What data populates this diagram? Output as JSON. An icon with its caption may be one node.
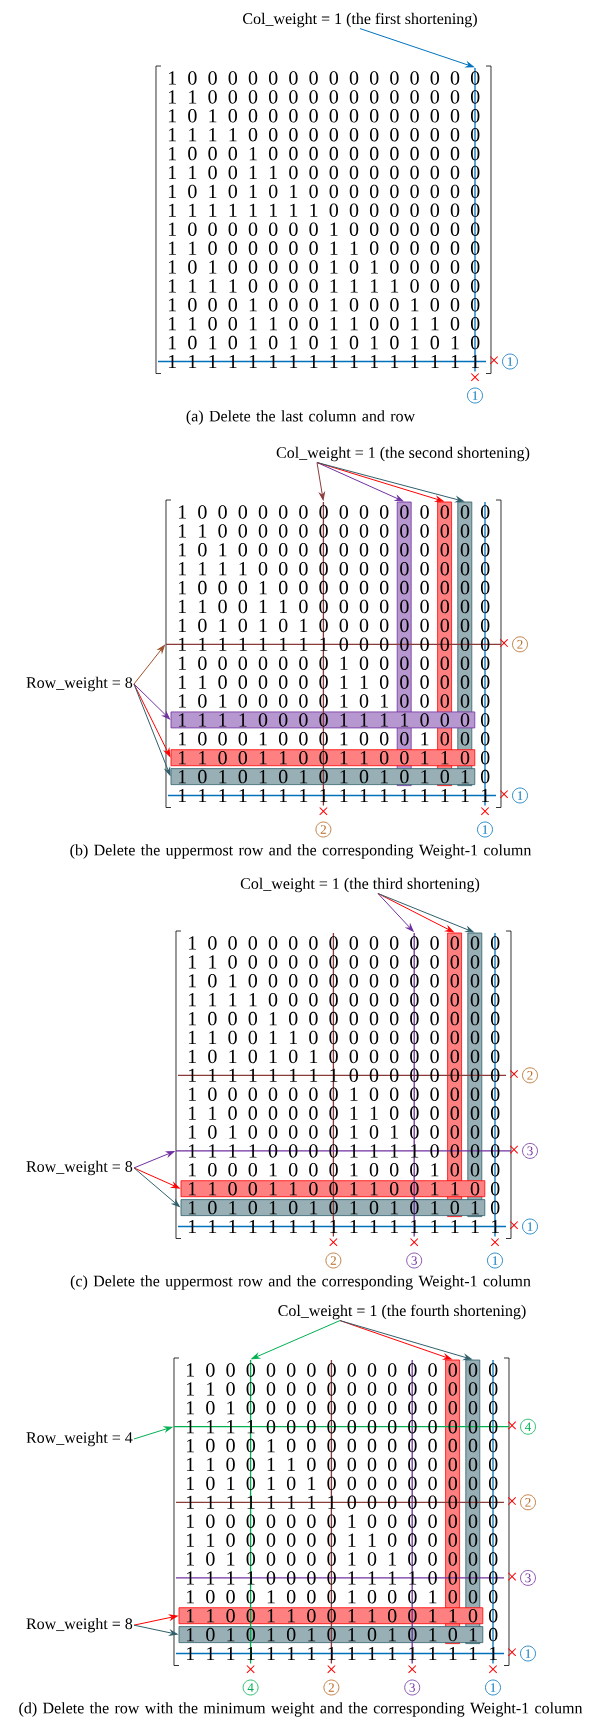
{
  "diagram": {
    "nodes": [
      {
        "text": [
          "Col_weight = 1 (the first shortening)"
        ]
      },
      {
        "text": [],
        "shape": "line"
      },
      {
        "text": [
          "1"
        ]
      },
      {
        "text": [
          "1"
        ]
      },
      {
        "text": [
          "Col_weight = 1 (the second shortening)"
        ]
      },
      {
        "text": [
          "Row_weight = 8"
        ]
      },
      {
        "text": [],
        "shape": "line"
      },
      {
        "text": [],
        "shape": "bar"
      },
      {
        "text": [],
        "shape": "bar"
      },
      {
        "text": [],
        "shape": "bar"
      },
      {
        "text": [],
        "shape": "line"
      },
      {
        "text": [],
        "shape": "bar"
      },
      {
        "text": [],
        "shape": "bar"
      },
      {
        "text": [],
        "shape": "bar"
      },
      {
        "text": [
          "2"
        ]
      },
      {
        "text": [
          "1"
        ]
      },
      {
        "text": [
          "2"
        ]
      },
      {
        "text": [
          "1"
        ]
      },
      {
        "text": [
          "Col_weight = 1 (the third shortening)"
        ]
      },
      {
        "text": [
          "Row_weight = 8"
        ]
      },
      {
        "text": [],
        "shape": "line"
      },
      {
        "text": [],
        "shape": "bar"
      },
      {
        "text": [],
        "shape": "bar"
      },
      {
        "text": [],
        "shape": "line"
      },
      {
        "text": [],
        "shape": "bar"
      },
      {
        "text": [],
        "shape": "bar"
      },
      {
        "text": [
          "2"
        ]
      },
      {
        "text": [
          "3"
        ]
      },
      {
        "text": [
          "1"
        ]
      },
      {
        "text": [
          "2"
        ]
      },
      {
        "text": [
          "3"
        ]
      },
      {
        "text": [
          "1"
        ]
      },
      {
        "text": [
          "Col_weight = 1 (the fourth shortening)"
        ]
      },
      {
        "text": [
          "Row_weight = 4"
        ]
      },
      {
        "text": [
          "Row_weight = 8"
        ]
      },
      {
        "text": [],
        "shape": "line"
      },
      {
        "text": [],
        "shape": "bar"
      },
      {
        "text": [],
        "shape": "bar"
      },
      {
        "text": [],
        "shape": "line"
      },
      {
        "text": [],
        "shape": "bar"
      },
      {
        "text": [],
        "shape": "bar"
      },
      {
        "text": [
          "4"
        ]
      },
      {
        "text": [
          "2"
        ]
      },
      {
        "text": [
          "3"
        ]
      },
      {
        "text": [
          "1"
        ]
      },
      {
        "text": [
          "4"
        ]
      },
      {
        "text": [
          "2"
        ]
      },
      {
        "text": [
          "3"
        ]
      },
      {
        "text": [
          "1"
        ]
      }
    ],
    "edges": [
      {
        "from": 0,
        "to": 1,
        "arrow": "to",
        "color": "#0072bd"
      },
      {
        "from": 4,
        "to": 6,
        "arrow": "to",
        "color": "#8b3a3a"
      },
      {
        "from": 4,
        "to": 7,
        "arrow": "to",
        "color": "#7030a0"
      },
      {
        "from": 4,
        "to": 8,
        "arrow": "to",
        "color": "#ff0000"
      },
      {
        "from": 4,
        "to": 9,
        "arrow": "to",
        "color": "#2f5f6b"
      },
      {
        "from": 5,
        "to": 10,
        "arrow": "to",
        "color": "#a0522d"
      },
      {
        "from": 5,
        "to": 11,
        "arrow": "to",
        "color": "#7030a0"
      },
      {
        "from": 5,
        "to": 12,
        "arrow": "to",
        "color": "#ff0000"
      },
      {
        "from": 5,
        "to": 13,
        "arrow": "to",
        "color": "#2f5f6b"
      },
      {
        "from": 18,
        "to": 20,
        "arrow": "to",
        "color": "#7030a0"
      },
      {
        "from": 18,
        "to": 21,
        "arrow": "to",
        "color": "#ff0000"
      },
      {
        "from": 18,
        "to": 22,
        "arrow": "to",
        "color": "#2f5f6b"
      },
      {
        "from": 19,
        "to": 23,
        "arrow": "to",
        "color": "#7030a0"
      },
      {
        "from": 19,
        "to": 24,
        "arrow": "to",
        "color": "#ff0000"
      },
      {
        "from": 19,
        "to": 25,
        "arrow": "to",
        "color": "#2f5f6b"
      },
      {
        "from": 32,
        "to": 35,
        "arrow": "to",
        "color": "#00b050"
      },
      {
        "from": 32,
        "to": 36,
        "arrow": "to",
        "color": "#ff0000"
      },
      {
        "from": 32,
        "to": 37,
        "arrow": "to",
        "color": "#2f5f6b"
      },
      {
        "from": 33,
        "to": 38,
        "arrow": "to",
        "color": "#00b050"
      },
      {
        "from": 34,
        "to": 39,
        "arrow": "to",
        "color": "#ff0000"
      },
      {
        "from": 34,
        "to": 40,
        "arrow": "to",
        "color": "#2f5f6b"
      }
    ],
    "labels": [
      "1 0 0 0 0 0 0 0 0 0 0 0 0 0 0 0",
      "1 1 0 0 0 0 0 0 0 0 0 0 0 0 0 0",
      "1 0 1 0 0 0 0 0 0 0 0 0 0 0 0 0",
      "1 1 1 1 0 0 0 0 0 0 0 0 0 0 0 0",
      "1 0 0 0 1 0 0 0 0 0 0 0 0 0 0 0",
      "1 1 0 0 1 1 0 0 0 0 0 0 0 0 0 0",
      "1 0 1 0 1 0 1 0 0 0 0 0 0 0 0 0",
      "1 1 1 1 1 1 1 1 0 0 0 0 0 0 0 0",
      "1 0 0 0 0 0 0 0 1 0 0 0 0 0 0 0",
      "1 1 0 0 0 0 0 0 1 1 0 0 0 0 0 0",
      "1 0 1 0 0 0 0 0 1 0 1 0 0 0 0 0",
      "1 1 1 1 0 0 0 0 1 1 1 1 0 0 0 0",
      "1 0 0 0 1 0 0 0 1 0 0 0 1 0 0 0",
      "1 1 0 0 1 1 0 0 1 1 0 0 1 1 0 0",
      "1 0 1 0 1 0 1 0 1 0 1 0 1 0 1 0",
      "1 1 1 1 1 1 1 1 1 1 1 1 1 1 1 1",
      "×",
      "×",
      "(a) Delete the last column and row",
      "1 0 0 0 0 0 0 0 0 0 0 0 0 0 0 0",
      "1 1 0 0 0 0 0 0 0 0 0 0 0 0 0 0",
      "1 0 1 0 0 0 0 0 0 0 0 0 0 0 0 0",
      "1 1 1 1 0 0 0 0 0 0 0 0 0 0 0 0",
      "1 0 0 0 1 0 0 0 0 0 0 0 0 0 0 0",
      "1 1 0 0 1 1 0 0 0 0 0 0 0 0 0 0",
      "1 0 1 0 1 0 1 0 0 0 0 0 0 0 0 0",
      "1 1 1 1 1 1 1 1 0 0 0 0 0 0 0 0",
      "1 0 0 0 0 0 0 0 1 0 0 0 0 0 0 0",
      "1 1 0 0 0 0 0 0 1 1 0 0 0 0 0 0",
      "1 0 1 0 0 0 0 0 1 0 1 0 0 0 0 0",
      "1 1 1 1 0 0 0 0 1 1 1 1 0 0 0 0",
      "1 0 0 0 1 0 0 0 1 0 0 0 1 0 0 0",
      "1 1 0 0 1 1 0 0 1 1 0 0 1 1 0 0",
      "1 0 1 0 1 0 1 0 1 0 1 0 1 0 1 0",
      "1 1 1 1 1 1 1 1 1 1 1 1 1 1 1 1",
      "×",
      "×",
      "×",
      "×",
      "(b) Delete the uppermost row and the corresponding Weight-1 column",
      "1 0 0 0 0 0 0 0 0 0 0 0 0 0 0 0",
      "1 1 0 0 0 0 0 0 0 0 0 0 0 0 0 0",
      "1 0 1 0 0 0 0 0 0 0 0 0 0 0 0 0",
      "1 1 1 1 0 0 0 0 0 0 0 0 0 0 0 0",
      "1 0 0 0 1 0 0 0 0 0 0 0 0 0 0 0",
      "1 1 0 0 1 1 0 0 0 0 0 0 0 0 0 0",
      "1 0 1 0 1 0 1 0 0 0 0 0 0 0 0 0",
      "1 1 1 1 1 1 1 1 0 0 0 0 0 0 0 0",
      "1 0 0 0 0 0 0 0 1 0 0 0 0 0 0 0",
      "1 1 0 0 0 0 0 0 1 1 0 0 0 0 0 0",
      "1 0 1 0 0 0 0 0 1 0 1 0 0 0 0 0",
      "1 1 1 1 0 0 0 0 1 1 1 1 0 0 0 0",
      "1 0 0 0 1 0 0 0 1 0 0 0 1 0 0 0",
      "1 1 0 0 1 1 0 0 1 1 0 0 1 1 0 0",
      "1 0 1 0 1 0 1 0 1 0 1 0 1 0 1 0",
      "1 1 1 1 1 1 1 1 1 1 1 1 1 1 1 1",
      "×",
      "×",
      "×",
      "×",
      "×",
      "×",
      "(c) Delete the uppermost row and the corresponding Weight-1 column",
      "1 0 0 0 0 0 0 0 0 0 0 0 0 0 0 0",
      "1 1 0 0 0 0 0 0 0 0 0 0 0 0 0 0",
      "1 0 1 0 0 0 0 0 0 0 0 0 0 0 0 0",
      "1 1 1 1 0 0 0 0 0 0 0 0 0 0 0 0",
      "1 0 0 0 1 0 0 0 0 0 0 0 0 0 0 0",
      "1 1 0 0 1 1 0 0 0 0 0 0 0 0 0 0",
      "1 0 1 0 1 0 1 0 0 0 0 0 0 0 0 0",
      "1 1 1 1 1 1 1 1 0 0 0 0 0 0 0 0",
      "1 0 0 0 0 0 0 0 1 0 0 0 0 0 0 0",
      "1 1 0 0 0 0 0 0 1 1 0 0 0 0 0 0",
      "1 0 1 0 0 0 0 0 1 0 1 0 0 0 0 0",
      "1 1 1 1 0 0 0 0 1 1 1 1 0 0 0 0",
      "1 0 0 0 1 0 0 0 1 0 0 0 1 0 0 0",
      "1 1 0 0 1 1 0 0 1 1 0 0 1 1 0 0",
      "1 0 1 0 1 0 1 0 1 0 1 0 1 0 1 0",
      "1 1 1 1 1 1 1 1 1 1 1 1 1 1 1 1",
      "×",
      "×",
      "×",
      "×",
      "×",
      "×",
      "×",
      "×",
      "(d) Delete the row with the minimum weight and the corresponding Weight-1 column"
    ]
  }
}
